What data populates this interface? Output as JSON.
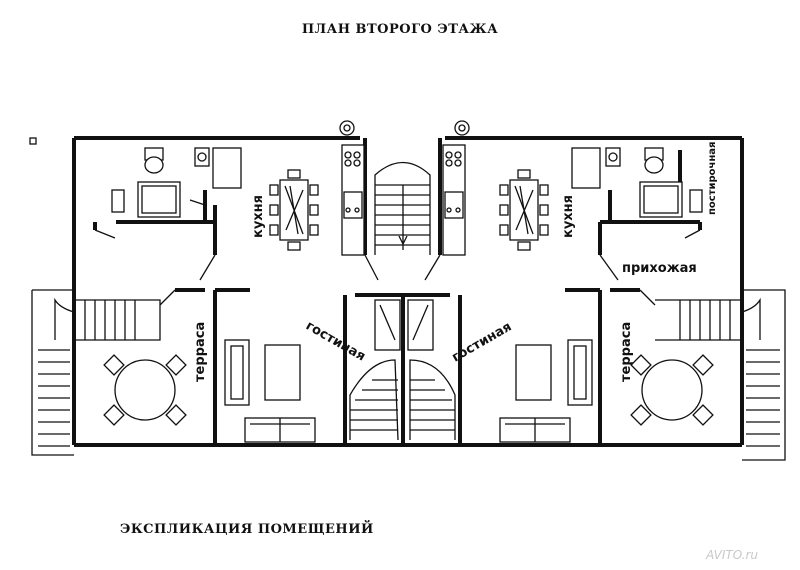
{
  "title": "ПЛАН ВТОРОГО ЭТАЖА",
  "footer_heading": "ЭКСПЛИКАЦИЯ ПОМЕЩЕНИЙ",
  "watermark": "AVITO.ru",
  "rooms": {
    "left_kitchen": "кухня",
    "right_kitchen": "кухня",
    "left_living": "гостиная",
    "right_living": "гостиная",
    "left_terrace": "терраса",
    "right_terrace": "терраса",
    "hallway": "прихожая",
    "laundry": "постирочная"
  }
}
